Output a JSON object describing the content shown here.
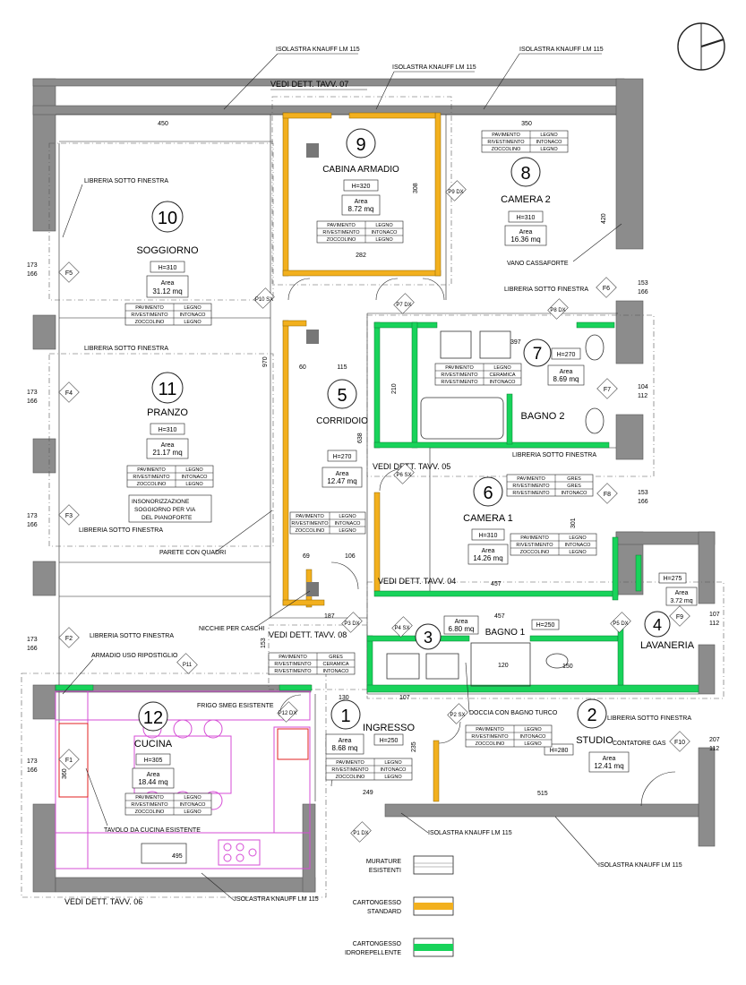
{
  "rooms": [
    {
      "num": "10",
      "name": "SOGGIORNO",
      "h": "H=310",
      "area": "31.12 mq",
      "rows": [
        [
          "PAVIMENTO",
          "LEGNO"
        ],
        [
          "RIVESTIMENTO",
          "INTONACO"
        ],
        [
          "ZOCCOLINO",
          "LEGNO"
        ]
      ]
    },
    {
      "num": "9",
      "name": "CABINA ARMADIO",
      "h": "H=320",
      "area": "8.72 mq",
      "rows": [
        [
          "PAVIMENTO",
          "LEGNO"
        ],
        [
          "RIVESTIMENTO",
          "INTONACO"
        ],
        [
          "ZOCCOLINO",
          "LEGNO"
        ]
      ]
    },
    {
      "num": "8",
      "name": "CAMERA 2",
      "h": "H=310",
      "area": "16.36 mq",
      "rows": [
        [
          "PAVIMENTO",
          "LEGNO"
        ],
        [
          "RIVESTIMENTO",
          "INTONACO"
        ],
        [
          "ZOCCOLINO",
          "LEGNO"
        ]
      ]
    },
    {
      "num": "11",
      "name": "PRANZO",
      "h": "H=310",
      "area": "21.17 mq",
      "rows": [
        [
          "PAVIMENTO",
          "LEGNO"
        ],
        [
          "RIVESTIMENTO",
          "INTONACO"
        ],
        [
          "ZOCCOLINO",
          "LEGNO"
        ]
      ]
    },
    {
      "num": "5",
      "name": "CORRIDOIO",
      "h": "H=270",
      "area": "12.47 mq",
      "rows": [
        [
          "PAVIMENTO",
          "LEGNO"
        ],
        [
          "RIVESTIMENTO",
          "INTONACO"
        ],
        [
          "ZOCCOLINO",
          "LEGNO"
        ]
      ]
    },
    {
      "num": "7",
      "name": "BAGNO 2",
      "h": "H=270",
      "area": "8.69 mq",
      "rows": [
        [
          "PAVIMENTO",
          "LEGNO"
        ],
        [
          "RIVESTIMENTO",
          "CERAMICA"
        ],
        [
          "RIVESTIMENTO",
          "INTONACO"
        ]
      ]
    },
    {
      "num": "6",
      "name": "CAMERA 1",
      "h": "H=310",
      "area": "14.26 mq",
      "rows": [
        [
          "PAVIMENTO",
          "GRES"
        ],
        [
          "RIVESTIMENTO",
          "GRES"
        ],
        [
          "RIVESTIMENTO",
          "INTONACO"
        ]
      ]
    },
    {
      "num": "3",
      "name": "BAGNO 1",
      "h": "H=250",
      "area": "6.80 mq",
      "rows": [
        [
          "PAVIMENTO",
          "GRES"
        ],
        [
          "RIVESTIMENTO",
          "CERAMICA"
        ],
        [
          "RIVESTIMENTO",
          "INTONACO"
        ]
      ]
    },
    {
      "num": "4",
      "name": "LAVANERIA",
      "h": "H=275",
      "area": "3.72 mq",
      "rows": []
    },
    {
      "num": "12",
      "name": "CUCINA",
      "h": "H=305",
      "area": "18.44 mq",
      "rows": [
        [
          "PAVIMENTO",
          "LEGNO"
        ],
        [
          "RIVESTIMENTO",
          "INTONACO"
        ],
        [
          "ZOCCOLINO",
          "LEGNO"
        ]
      ]
    },
    {
      "num": "1",
      "name": "INGRESSO",
      "h": "H=250",
      "area": "8.68 mq",
      "rows": [
        [
          "PAVIMENTO",
          "LEGNO"
        ],
        [
          "RIVESTIMENTO",
          "INTONACO"
        ],
        [
          "ZOCCOLINO",
          "LEGNO"
        ]
      ]
    },
    {
      "num": "2",
      "name": "STUDIO",
      "h": "H=280",
      "area": "12.41 mq",
      "rows": [
        [
          "PAVIMENTO",
          "LEGNO"
        ],
        [
          "RIVESTIMENTO",
          "INTONACO"
        ],
        [
          "ZOCCOLINO",
          "LEGNO"
        ]
      ]
    }
  ],
  "notes": {
    "isolastra": "ISOLASTRA KNAUFF LM 115",
    "det07": "VEDI DETT. TAVV. 07",
    "det05": "VEDI DETT. TAVV. 05",
    "det04": "VEDI DETT. TAVV. 04",
    "det08": "VEDI DETT. TAVV. 08",
    "det06": "VEDI DETT. TAVV. 06",
    "libreria": "LIBRERIA SOTTO FINESTRA",
    "vano": "VANO CASSAFORTE",
    "insonor": [
      "INSONORIZZAZIONE",
      "SOGGIORNO PER VIA",
      "DEL PIANOFORTE"
    ],
    "quadri": "PARETE CON QUADRI",
    "nicchie": "NICCHIE PER CASCHI",
    "armadio": "ARMADIO USO RIPOSTIGLIO",
    "frigo": "FRIGO SMEG ESISTENTE",
    "tavolo": "TAVOLO DA CUCINA ESISTENTE",
    "doccia": "DOCCIA CON BAGNO TURCO",
    "contatore": "CONTATORE GAS",
    "area_word": "Area"
  },
  "doors": [
    "P10 SX",
    "P9 DX",
    "P8 DX",
    "P7 DX",
    "P6 SX",
    "P5 DX",
    "P4 SX",
    "P3 DX",
    "P2 SX",
    "P1 DX",
    "P11",
    "P12 DX"
  ],
  "windows": [
    "F5",
    "F6",
    "F7",
    "F4",
    "F8",
    "F3",
    "F9",
    "F2",
    "F1",
    "F10"
  ],
  "dims": {
    "d450": "450",
    "d350": "350",
    "d282": "282",
    "d308": "308",
    "d420": "420",
    "d397": "397",
    "d210": "210",
    "d115": "115",
    "d60": "60",
    "d970": "970",
    "d638": "638",
    "d457": "457",
    "d457b": "457",
    "d301": "301",
    "d69": "69",
    "d106": "106",
    "d187": "187",
    "d153": "153",
    "d130": "130",
    "d107": "107",
    "d120": "120",
    "d150": "150",
    "d235": "235",
    "d249": "249",
    "d515": "515",
    "d360": "360",
    "d495": "495",
    "d173": "173",
    "d166": "166",
    "d104": "104",
    "d112": "112",
    "d207": "207"
  },
  "legend": [
    {
      "label": [
        "MURATURE",
        "ESISTENTI"
      ],
      "type": "hatch"
    },
    {
      "label": [
        "CARTONGESSO",
        "STANDARD"
      ],
      "type": "yellow"
    },
    {
      "label": [
        "CARTONGESSO",
        "IDROREPELLENTE"
      ],
      "type": "green"
    }
  ],
  "colors": {
    "wall": "#8c8c8c",
    "standard": "#f2b01e",
    "hydro": "#18d35a",
    "furniture": "#d64dd6",
    "red": "#e02020"
  }
}
